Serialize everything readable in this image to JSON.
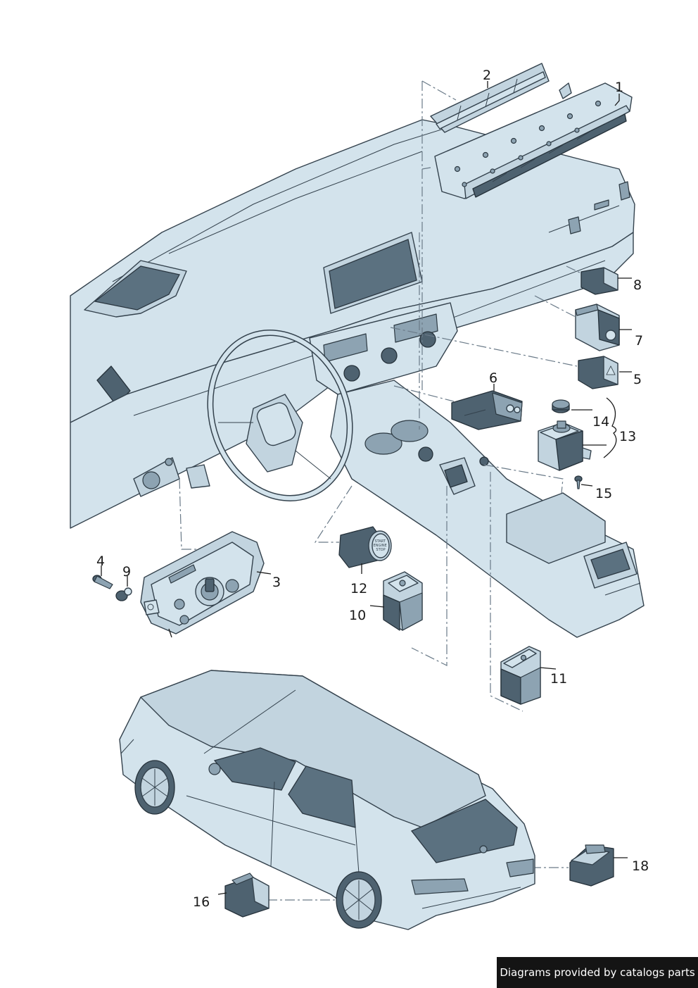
{
  "callouts": [
    {
      "id": "1",
      "text": "1"
    },
    {
      "id": "2",
      "text": "2"
    },
    {
      "id": "3",
      "text": "3"
    },
    {
      "id": "4",
      "text": "4"
    },
    {
      "id": "5",
      "text": "5"
    },
    {
      "id": "6",
      "text": "6"
    },
    {
      "id": "7",
      "text": "7"
    },
    {
      "id": "8",
      "text": "8"
    },
    {
      "id": "9",
      "text": "9"
    },
    {
      "id": "10",
      "text": "10"
    },
    {
      "id": "11",
      "text": "11"
    },
    {
      "id": "12",
      "text": "12"
    },
    {
      "id": "13",
      "text": "13"
    },
    {
      "id": "14",
      "text": "14"
    },
    {
      "id": "15",
      "text": "15"
    },
    {
      "id": "16",
      "text": "16"
    },
    {
      "id": "18",
      "text": "18"
    }
  ],
  "start_button_text": [
    "START",
    "ENGINE",
    "STOP"
  ],
  "footer": {
    "text": "Diagrams provided by catalogs parts"
  },
  "colors": {
    "part_fill": "#d3e3ec",
    "outline": "#34424d",
    "dark_part": "#4e6270",
    "footer_bg": "#141414"
  }
}
